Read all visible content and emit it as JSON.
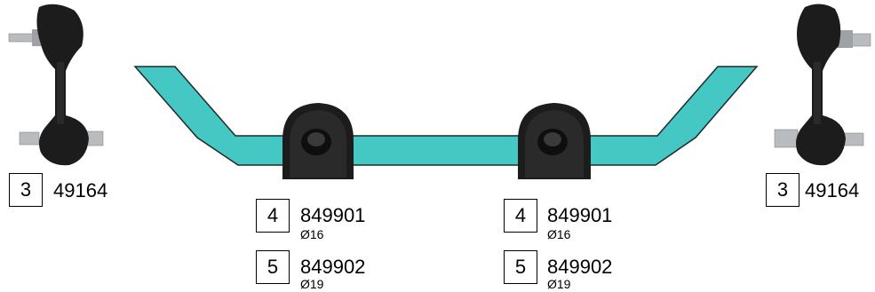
{
  "colors": {
    "bar": "#45c8c4",
    "bar_stroke": "#1e2a2a",
    "rubber": "#1c1c1c",
    "metal": "#b9bcbf"
  },
  "parts": {
    "link_left": {
      "pos": "3",
      "number": "49164"
    },
    "link_right": {
      "pos": "3",
      "number": "49164"
    },
    "bush_left_a": {
      "pos": "4",
      "number": "849901",
      "diameter": "Ø16"
    },
    "bush_left_b": {
      "pos": "5",
      "number": "849902",
      "diameter": "Ø19"
    },
    "bush_right_a": {
      "pos": "4",
      "number": "849901",
      "diameter": "Ø16"
    },
    "bush_right_b": {
      "pos": "5",
      "number": "849902",
      "diameter": "Ø19"
    }
  }
}
